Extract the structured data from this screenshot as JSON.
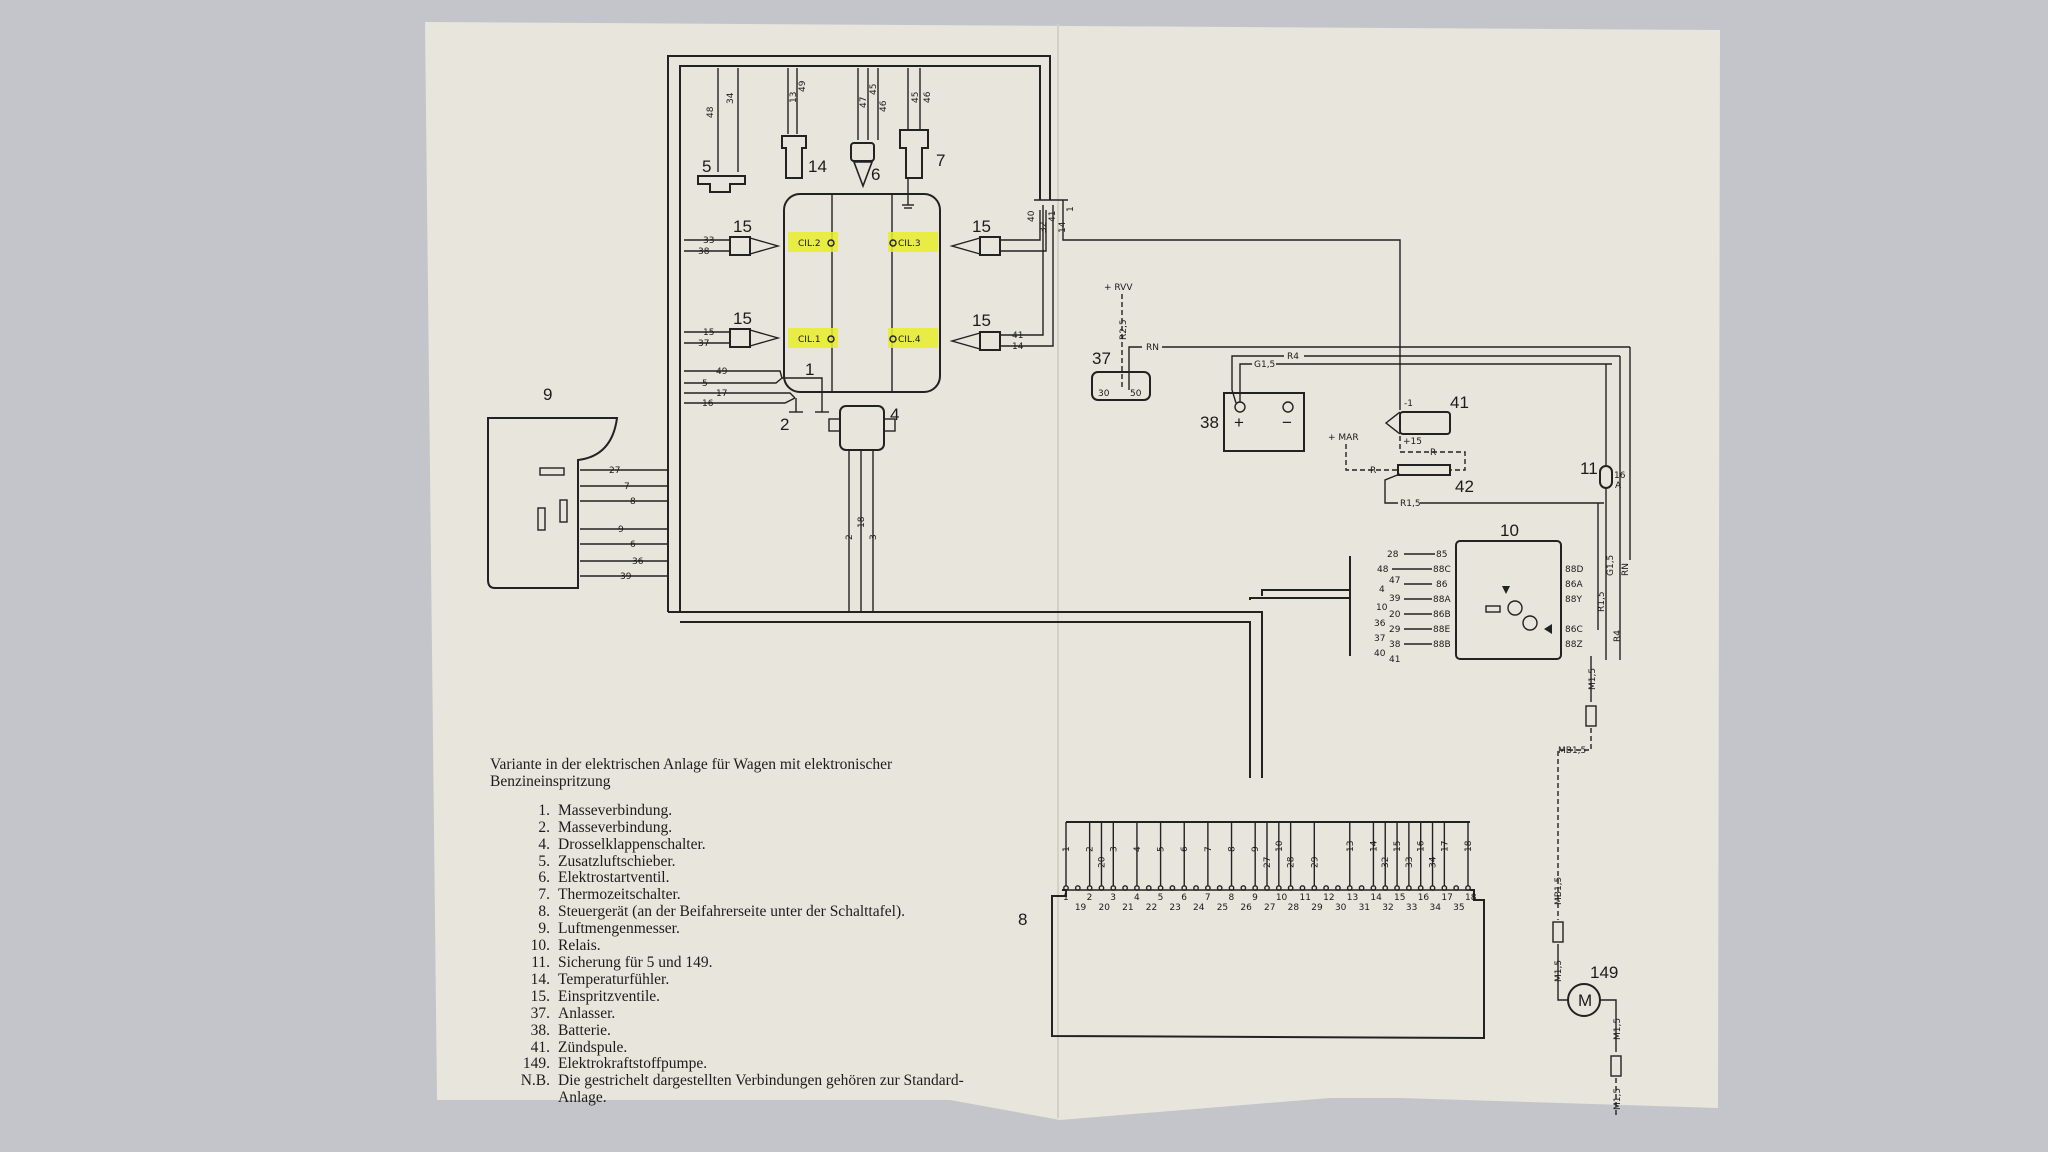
{
  "document": {
    "language": "de",
    "colors": {
      "background": "#c3c5ca",
      "paper": "#e8e5dc",
      "ink": "#1f1f1f",
      "highlight": "#e8ef2a"
    },
    "legend": {
      "title": "Variante in der elektrischen Anlage für Wagen mit elektronischer Benzineinspritzung",
      "items": [
        {
          "num": "1.",
          "text": "Masseverbindung."
        },
        {
          "num": "2.",
          "text": "Masseverbindung."
        },
        {
          "num": "4.",
          "text": "Drosselklappenschalter."
        },
        {
          "num": "5.",
          "text": "Zusatzluftschieber."
        },
        {
          "num": "6.",
          "text": "Elektrostartventil."
        },
        {
          "num": "7.",
          "text": "Thermozeitschalter."
        },
        {
          "num": "8.",
          "text": "Steuergerät (an der Beifahrerseite unter der Schalttafel)."
        },
        {
          "num": "9.",
          "text": "Luftmengenmesser."
        },
        {
          "num": "10.",
          "text": "Relais."
        },
        {
          "num": "11.",
          "text": "Sicherung für 5 und 149."
        },
        {
          "num": "14.",
          "text": "Temperaturfühler."
        },
        {
          "num": "15.",
          "text": "Einspritzventile."
        },
        {
          "num": "37.",
          "text": "Anlasser."
        },
        {
          "num": "38.",
          "text": "Batterie."
        },
        {
          "num": "41.",
          "text": "Zündspule."
        },
        {
          "num": "149.",
          "text": "Elektrokraftstoffpumpe."
        }
      ],
      "note": {
        "num": "N.B.",
        "text": "Die gestrichelt dargestellten Verbindungen gehören zur Standard-Anlage."
      }
    }
  },
  "diagram": {
    "components": {
      "c1": "1",
      "c2": "2",
      "c4": "4",
      "c5": "5",
      "c6": "6",
      "c7": "7",
      "c8": "8",
      "c9": "9",
      "c10": "10",
      "c11": "11",
      "c14": "14",
      "c15": "15",
      "c37": "37",
      "c38": "38",
      "c41": "41",
      "c42": "42",
      "c149": "149"
    },
    "cylinders": {
      "cil1": "CIL.1",
      "cil2": "CIL.2",
      "cil3": "CIL.3",
      "cil4": "CIL.4"
    },
    "top_wires": {
      "c5": [
        "48",
        "34"
      ],
      "c14": [
        "13",
        "49"
      ],
      "c6": [
        "47",
        "45",
        "46"
      ],
      "c7": [
        "45",
        "46"
      ]
    },
    "injector_wires": {
      "inj2": [
        "33",
        "38"
      ],
      "inj1": [
        "15",
        "37"
      ],
      "inj3": [
        "40",
        "32",
        "41",
        "14",
        "1"
      ],
      "inj4": [
        "41",
        "14"
      ]
    },
    "ground_wires": [
      "49",
      "5",
      "17",
      "16"
    ],
    "throttle_wires": [
      "2",
      "18",
      "3"
    ],
    "airflow_wires": [
      "27",
      "7",
      "8",
      "9",
      "6",
      "36",
      "39"
    ],
    "relay": {
      "left_wires": [
        "28",
        "48",
        "47",
        "4",
        "39",
        "10",
        "20",
        "36",
        "29",
        "37",
        "38",
        "40",
        "41"
      ],
      "left_pins": [
        "85",
        "88C",
        "86",
        "88A",
        "86B",
        "88E",
        "88B"
      ],
      "right_pins": [
        "88D",
        "86A",
        "88Y",
        "86C",
        "88Z"
      ],
      "right_wires": [
        "G1,5",
        "R1,5",
        "RN",
        "R4",
        "M1,5"
      ]
    },
    "power": {
      "rvv": "+ RVV",
      "r25": "R2,5",
      "rn": "RN",
      "r4": "R4",
      "g15": "G1,5",
      "mar": "+ MAR",
      "r": "R",
      "r15": "R1,5",
      "minus1": "-1",
      "plus15": "+15",
      "t30": "30",
      "t50": "50",
      "plus": "+",
      "minus": "−"
    },
    "fuse": {
      "rating": "16",
      "unit": "A"
    },
    "pump_wires": [
      "M1,5",
      "MB1,5",
      "MB1,5",
      "M1,5",
      "M1,5",
      "M1,5"
    ],
    "motor_label": "M",
    "ecu": {
      "top_wires": [
        "1",
        "2",
        "20",
        "3",
        "4",
        "5",
        "6",
        "7",
        "8",
        "9",
        "27",
        "10",
        "28",
        "29",
        "13",
        "14",
        "32",
        "15",
        "33",
        "16",
        "34",
        "17",
        "18"
      ],
      "pins_upper": [
        "1",
        "2",
        "3",
        "4",
        "5",
        "6",
        "7",
        "8",
        "9",
        "10",
        "11",
        "12",
        "13",
        "14",
        "15",
        "16",
        "17",
        "18"
      ],
      "pins_lower": [
        "19",
        "20",
        "21",
        "22",
        "23",
        "24",
        "25",
        "26",
        "27",
        "28",
        "29",
        "30",
        "31",
        "32",
        "33",
        "34",
        "35"
      ]
    }
  }
}
